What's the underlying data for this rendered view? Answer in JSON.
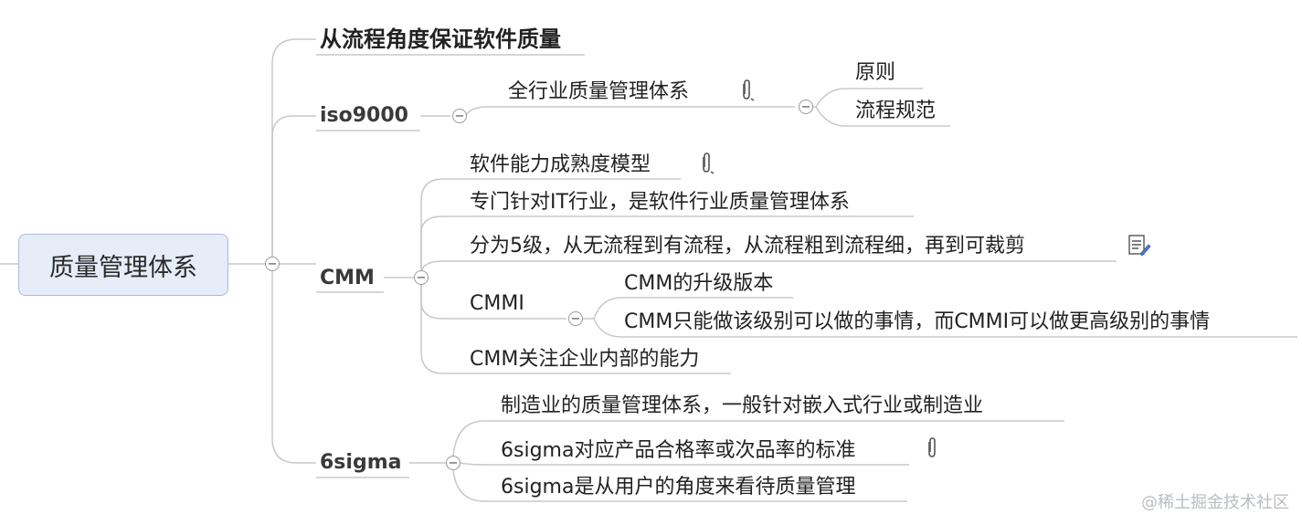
{
  "root": {
    "label": "质量管理体系"
  },
  "branches": {
    "intro": {
      "label": "从流程角度保证软件质量"
    },
    "iso9000": {
      "label": "iso9000",
      "child": {
        "label": "全行业质量管理体系",
        "children": [
          "原则",
          "流程规范"
        ]
      }
    },
    "cmm": {
      "label": "CMM",
      "children": {
        "c1": "软件能力成熟度模型",
        "c2": "专门针对IT行业，是软件行业质量管理体系",
        "c3": "分为5级，从无流程到有流程，从流程粗到流程细，再到可裁剪",
        "cmmi": {
          "label": "CMMI",
          "children": [
            "CMM的升级版本",
            "CMM只能做该级别可以做的事情，而CMMI可以做更高级别的事情"
          ]
        },
        "c5": "CMM关注企业内部的能力"
      }
    },
    "sigma": {
      "label": "6sigma",
      "children": [
        "制造业的质量管理体系，一般针对嵌入式行业或制造业",
        "6sigma对应产品合格率或次品率的标准",
        "6sigma是从用户的角度来看待质量管理"
      ]
    }
  },
  "icons": {
    "attachment": "paperclip-icon",
    "note": "note-icon"
  },
  "collapse_symbol": "−",
  "watermark": "@稀土掘金技术社区",
  "colors": {
    "line": "#c8c8c8",
    "root_fill": "#e6edf9",
    "root_border": "#a9bcd6"
  }
}
